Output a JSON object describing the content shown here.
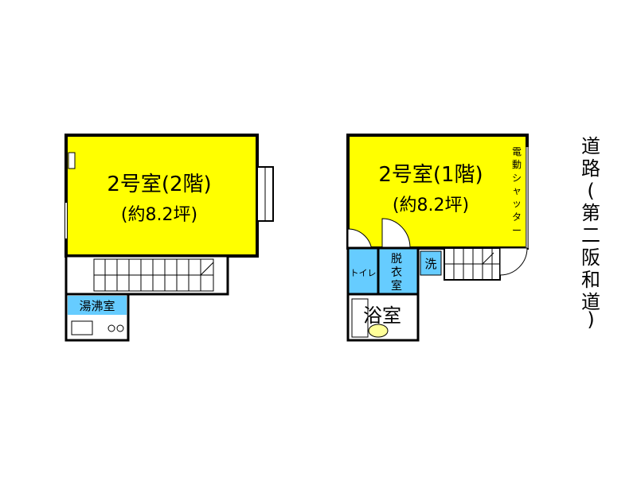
{
  "floor2": {
    "room_title": "2号室(2階)",
    "room_area": "(約8.2坪)",
    "kitchen": "湯沸室"
  },
  "floor1": {
    "room_title": "2号室(1階)",
    "room_area": "(約8.2坪)",
    "shutter": [
      "電",
      "動",
      "シ",
      "ャ",
      "ッ",
      "タ",
      "ー"
    ],
    "dressing": [
      "脱",
      "衣",
      "室"
    ],
    "toilet": "トイレ",
    "washer": "洗",
    "bath": "浴室"
  },
  "road": [
    "道",
    "路",
    "(",
    "第",
    "二",
    "阪",
    "和",
    "道",
    ")"
  ],
  "colors": {
    "room": "#ffff00",
    "wet_area": "#66ccff",
    "wall": "#000000",
    "floor": "#ffffff"
  }
}
